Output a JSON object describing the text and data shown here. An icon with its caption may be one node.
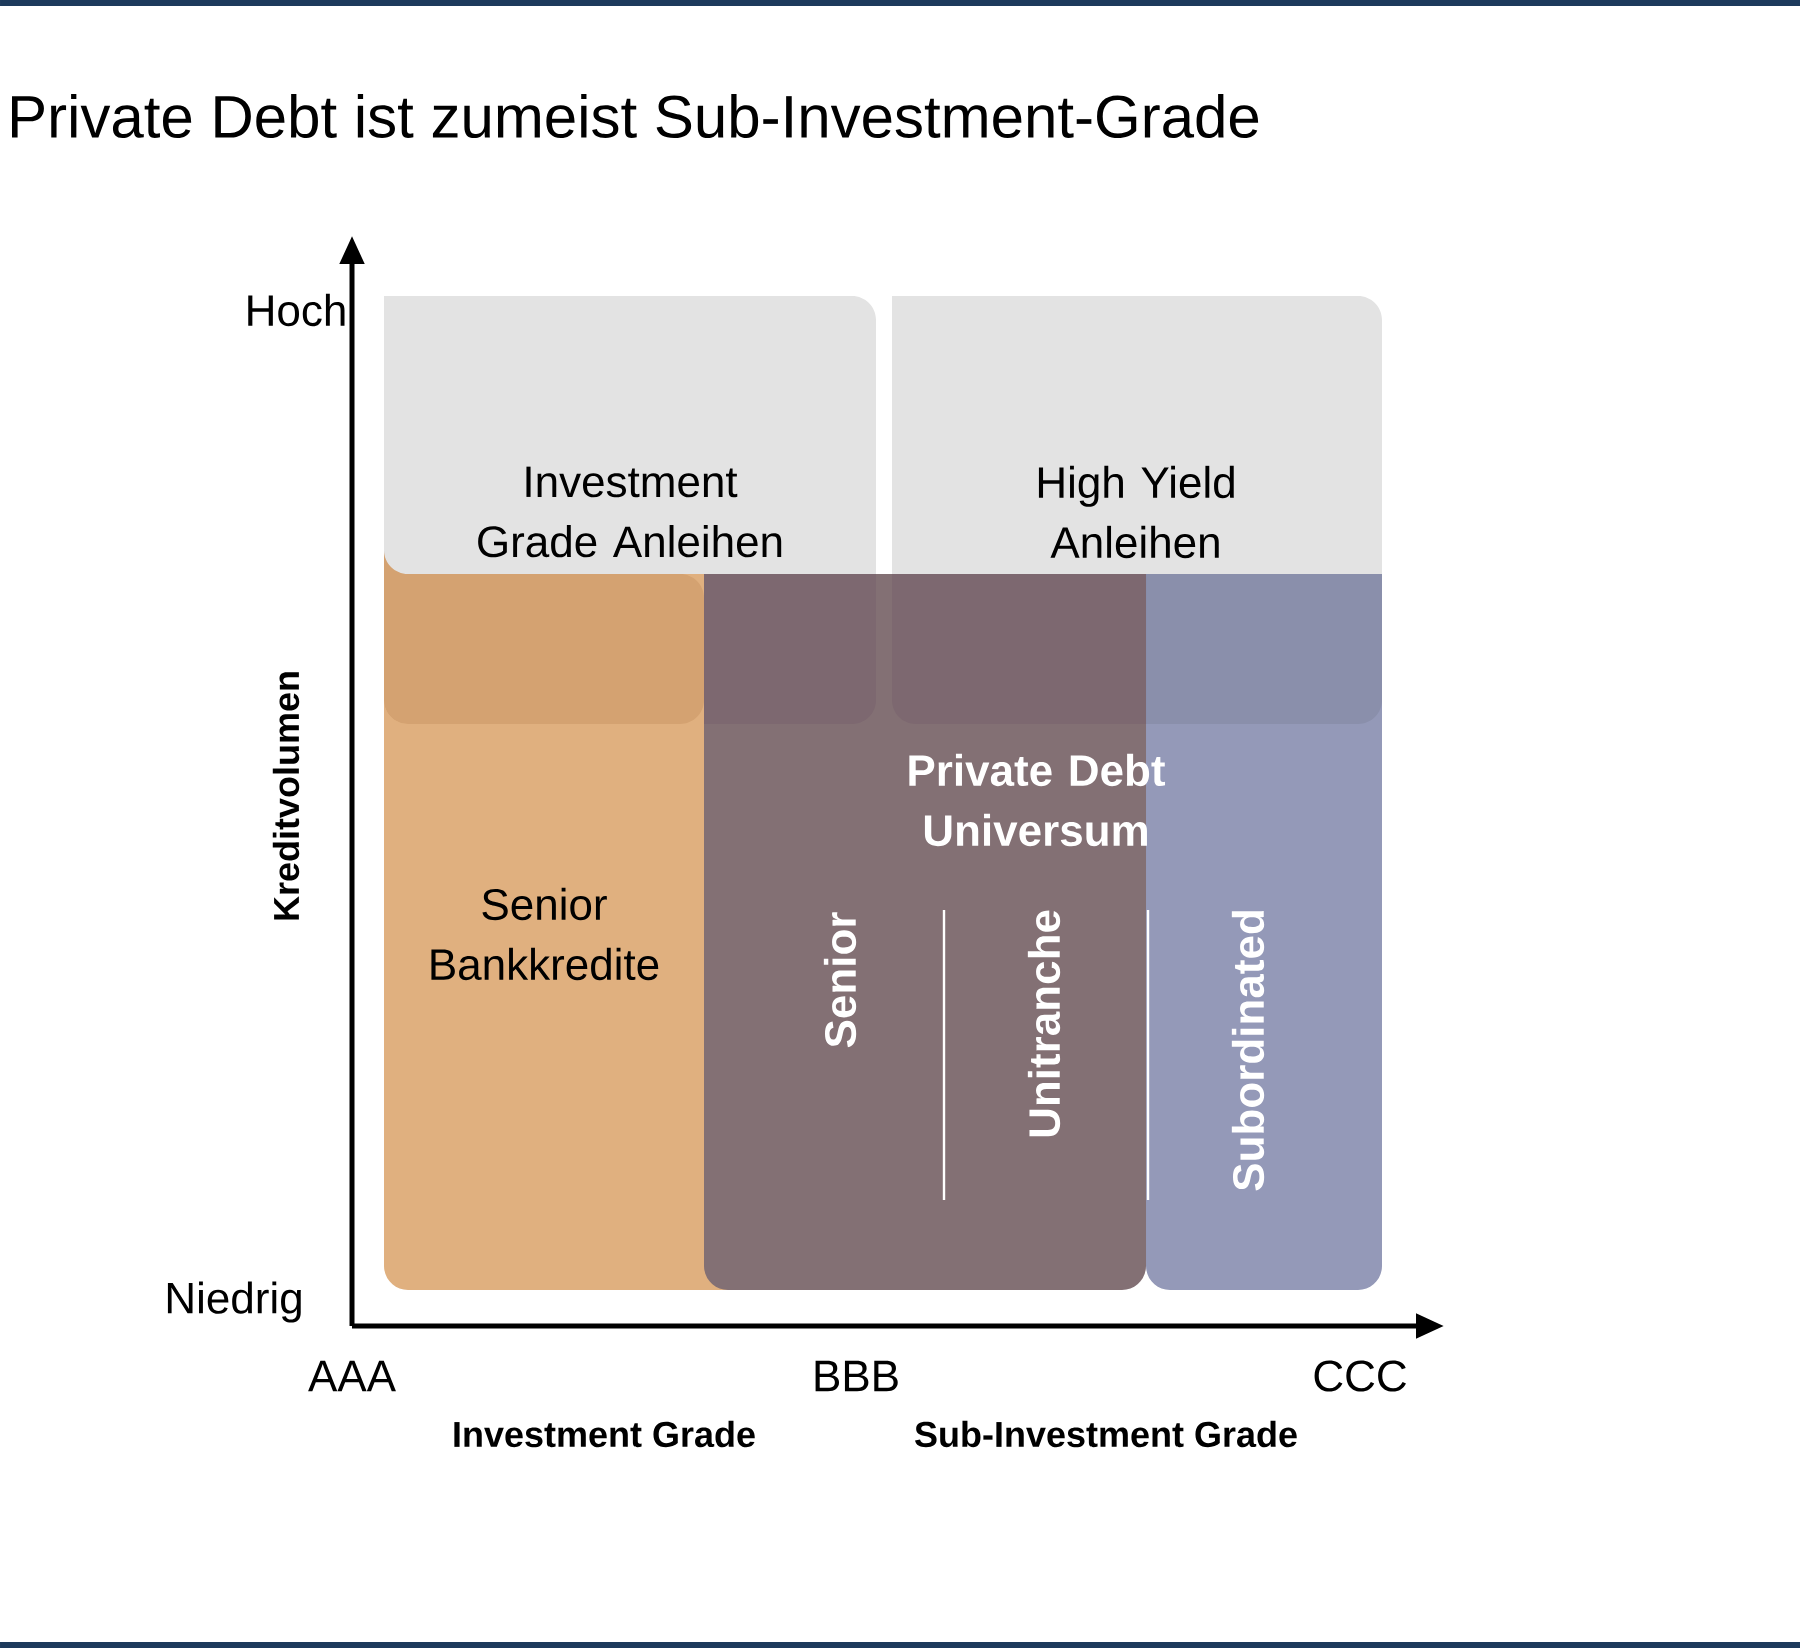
{
  "diagram": {
    "title": "Private Debt ist zumeist Sub-Investment-Grade",
    "nodes": [
      {
        "text": [
          "Investment Grade Anleihen"
        ]
      },
      {
        "text": [
          "High Yield Anleihen"
        ]
      },
      {
        "text": [
          "Senior Bankkredite"
        ]
      },
      {
        "text": [
          "Subordinated"
        ]
      },
      {
        "text": [
          "Private Debt Universum"
        ]
      }
    ],
    "labels": [
      "Hoch",
      "Kreditvolumen",
      "Niedrig",
      "Senior",
      "Unitranche",
      "AAA",
      "BBB",
      "CCC",
      "Investment Grade",
      "Sub-Investment Grade"
    ]
  }
}
